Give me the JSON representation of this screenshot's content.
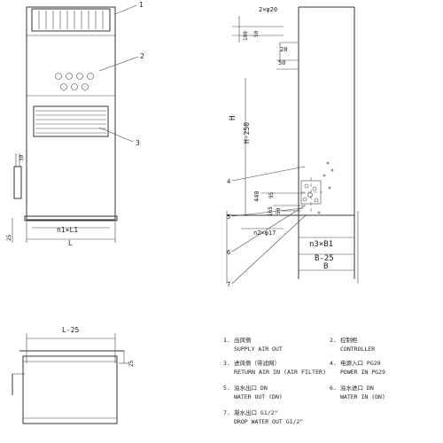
{
  "front_view": {
    "callouts": [
      "1",
      "2",
      "3"
    ],
    "dim_width": "n1×L1",
    "dim_length": "L",
    "dim_side_30": "30",
    "dim_side_25": "25"
  },
  "side_view": {
    "callouts": [
      "4",
      "5",
      "6",
      "7"
    ],
    "dim_hole": "2×φ20",
    "dim_100": "100",
    "dim_50a": "50",
    "dim_20": "20",
    "dim_50b": "50",
    "dim_h": "H",
    "dim_h250": "H-250",
    "dim_440": "440",
    "dim_95": "95",
    "dim_165": "165",
    "dim_50c": "50",
    "dim_n2": "n2×φ17",
    "dim_n3b1": "n3×B1",
    "dim_b25": "B-25",
    "dim_b": "B"
  },
  "top_view": {
    "dim_l25": "L-25",
    "dim_25": "25"
  },
  "legend": [
    {
      "num": "1.",
      "zh": "出风侧",
      "en": "SUPPLY AIR OUT"
    },
    {
      "num": "2.",
      "zh": "控制柜",
      "en": "CONTROLLER"
    },
    {
      "num": "3.",
      "zh": "进风侧（带滤网）",
      "en": "RETURN AIR IN (AIR FILTER)"
    },
    {
      "num": "4.",
      "zh": "电源入口 PG29",
      "en": "POWER IN PG29"
    },
    {
      "num": "5.",
      "zh": "溢水出口 DN",
      "en": "WATER OUT (DN)"
    },
    {
      "num": "6.",
      "zh": "溢水进口 DN",
      "en": "WATER IN (DN)"
    },
    {
      "num": "7.",
      "zh": "凝水出口 G1/2\"",
      "en": "DROP WATER OUT G1/2\""
    }
  ]
}
